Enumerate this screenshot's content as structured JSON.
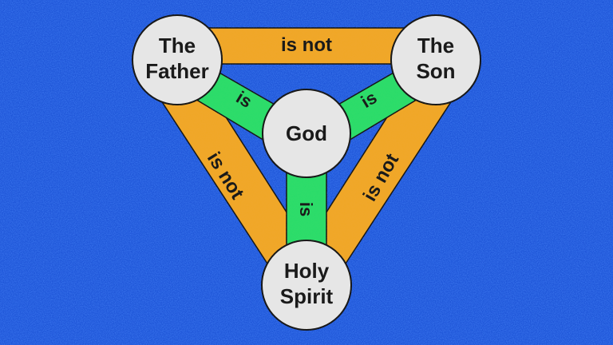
{
  "colors": {
    "background": "#1f56d8",
    "background_speckle_light": "#3d79f0",
    "background_speckle_dark": "#1640b8",
    "is_not_band": "#f0a72a",
    "is_band": "#2fdc6a",
    "node_fill": "#e6e6e6",
    "node_stroke": "#1a1a1a",
    "text": "#1a1a1a"
  },
  "nodes": {
    "father": {
      "line1": "The",
      "line2": "Father"
    },
    "son": {
      "line1": "The",
      "line2": "Son"
    },
    "spirit": {
      "line1": "Holy",
      "line2": "Spirit"
    },
    "god": {
      "line1": "God"
    }
  },
  "links": {
    "father_son": "is not",
    "father_spirit": "is not",
    "son_spirit": "is not",
    "father_god": "is",
    "son_god": "is",
    "spirit_god": "is"
  }
}
